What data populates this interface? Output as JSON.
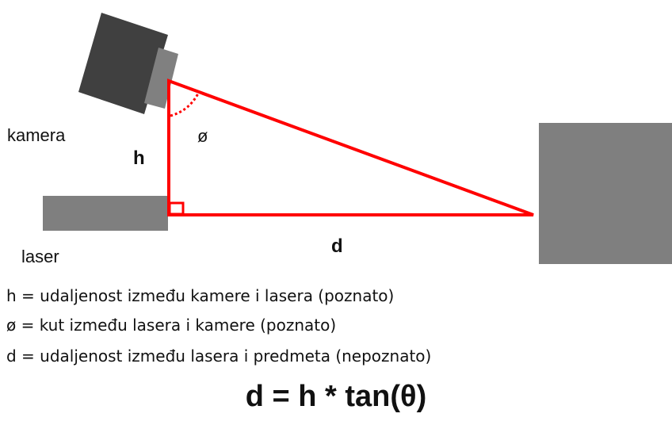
{
  "diagram": {
    "labels": {
      "camera": "kamera",
      "laser": "laser",
      "height": "h",
      "angle": "ø",
      "distance": "d"
    },
    "legend": [
      "h = udaljenost između kamere i lasera (poznato)",
      "ø = kut između lasera i kamere (poznato)",
      "d = udaljenost između lasera i predmeta (nepoznato)"
    ],
    "formula": "d = h * tan(θ)"
  },
  "colors": {
    "triangle": "#ff0000",
    "camera_body": "#404040",
    "camera_lens": "#808080",
    "laser_block": "#7f7f7f",
    "object_block": "#7f7f7f"
  }
}
